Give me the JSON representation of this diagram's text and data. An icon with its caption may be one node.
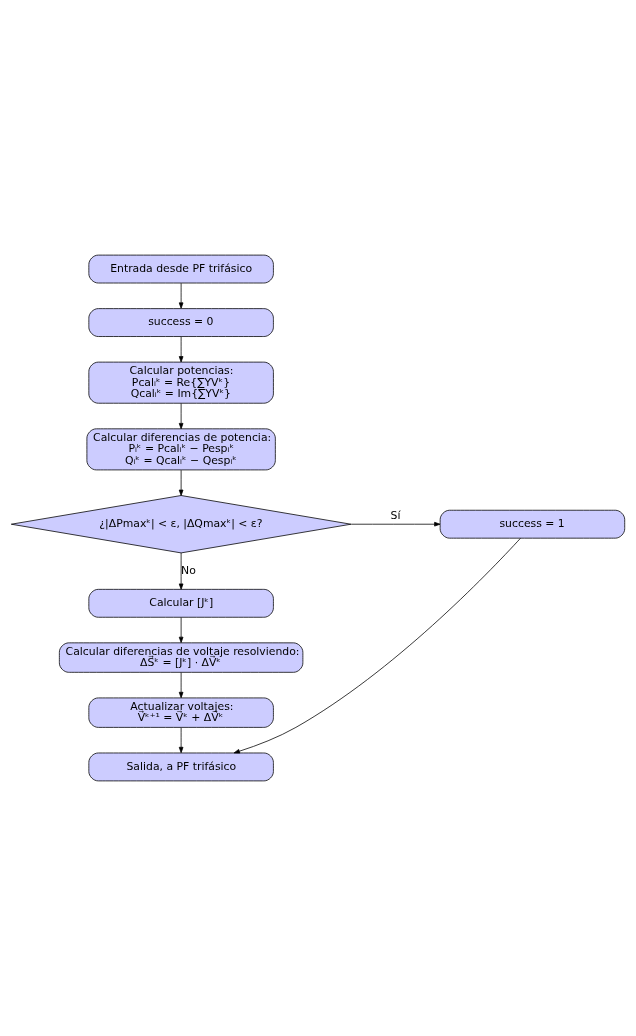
{
  "diagram": {
    "nodes": [
      {
        "text": [
          "Entrada desde PF trifásico"
        ]
      },
      {
        "text": [
          "success = 0"
        ]
      },
      {
        "text": [
          "Calcular potencias:",
          "Pcalᵢᵏ = Re{∑YVᵏ}",
          "Qcalᵢᵏ = Im{∑YVᵏ}"
        ]
      },
      {
        "text": [
          "Calcular diferencias de potencia:",
          "Pᵢᵏ = Pcalᵢᵏ − Pespᵢᵏ",
          "Qᵢᵏ = Qcalᵢᵏ − Qespᵢᵏ"
        ]
      },
      {
        "text": [
          "¿|ΔPmaxᵏ| < ε, |ΔQmaxᵏ| < ε?"
        ]
      },
      {
        "text": [
          "success = 1"
        ]
      },
      {
        "text": [
          "Calcular [Jᵏ]"
        ]
      },
      {
        "text": [
          "Calcular diferencias de voltaje resolviendo:",
          "ΔS⃗ᵏ = [Jᵏ] · ΔV⃗ᵏ"
        ]
      },
      {
        "text": [
          "Actualizar voltajes:",
          "V⃗ᵏ⁺¹ = V⃗ᵏ + ΔV⃗ᵏ"
        ]
      },
      {
        "text": [
          "Salida, a PF trifásico"
        ]
      }
    ],
    "edges": [
      {
        "from": 0,
        "to": 1,
        "arrow": "to"
      },
      {
        "from": 1,
        "to": 2,
        "arrow": "to"
      },
      {
        "from": 2,
        "to": 3,
        "arrow": "to"
      },
      {
        "from": 3,
        "to": 4,
        "arrow": "to"
      },
      {
        "from": 4,
        "to": 5,
        "arrow": "to",
        "label": "Sí"
      },
      {
        "from": 4,
        "to": 6,
        "arrow": "to",
        "label": "No"
      },
      {
        "from": 6,
        "to": 7,
        "arrow": "to"
      },
      {
        "from": 7,
        "to": 8,
        "arrow": "to"
      },
      {
        "from": 8,
        "to": 9,
        "arrow": "to"
      },
      {
        "from": 5,
        "to": 9,
        "arrow": "to"
      }
    ]
  }
}
